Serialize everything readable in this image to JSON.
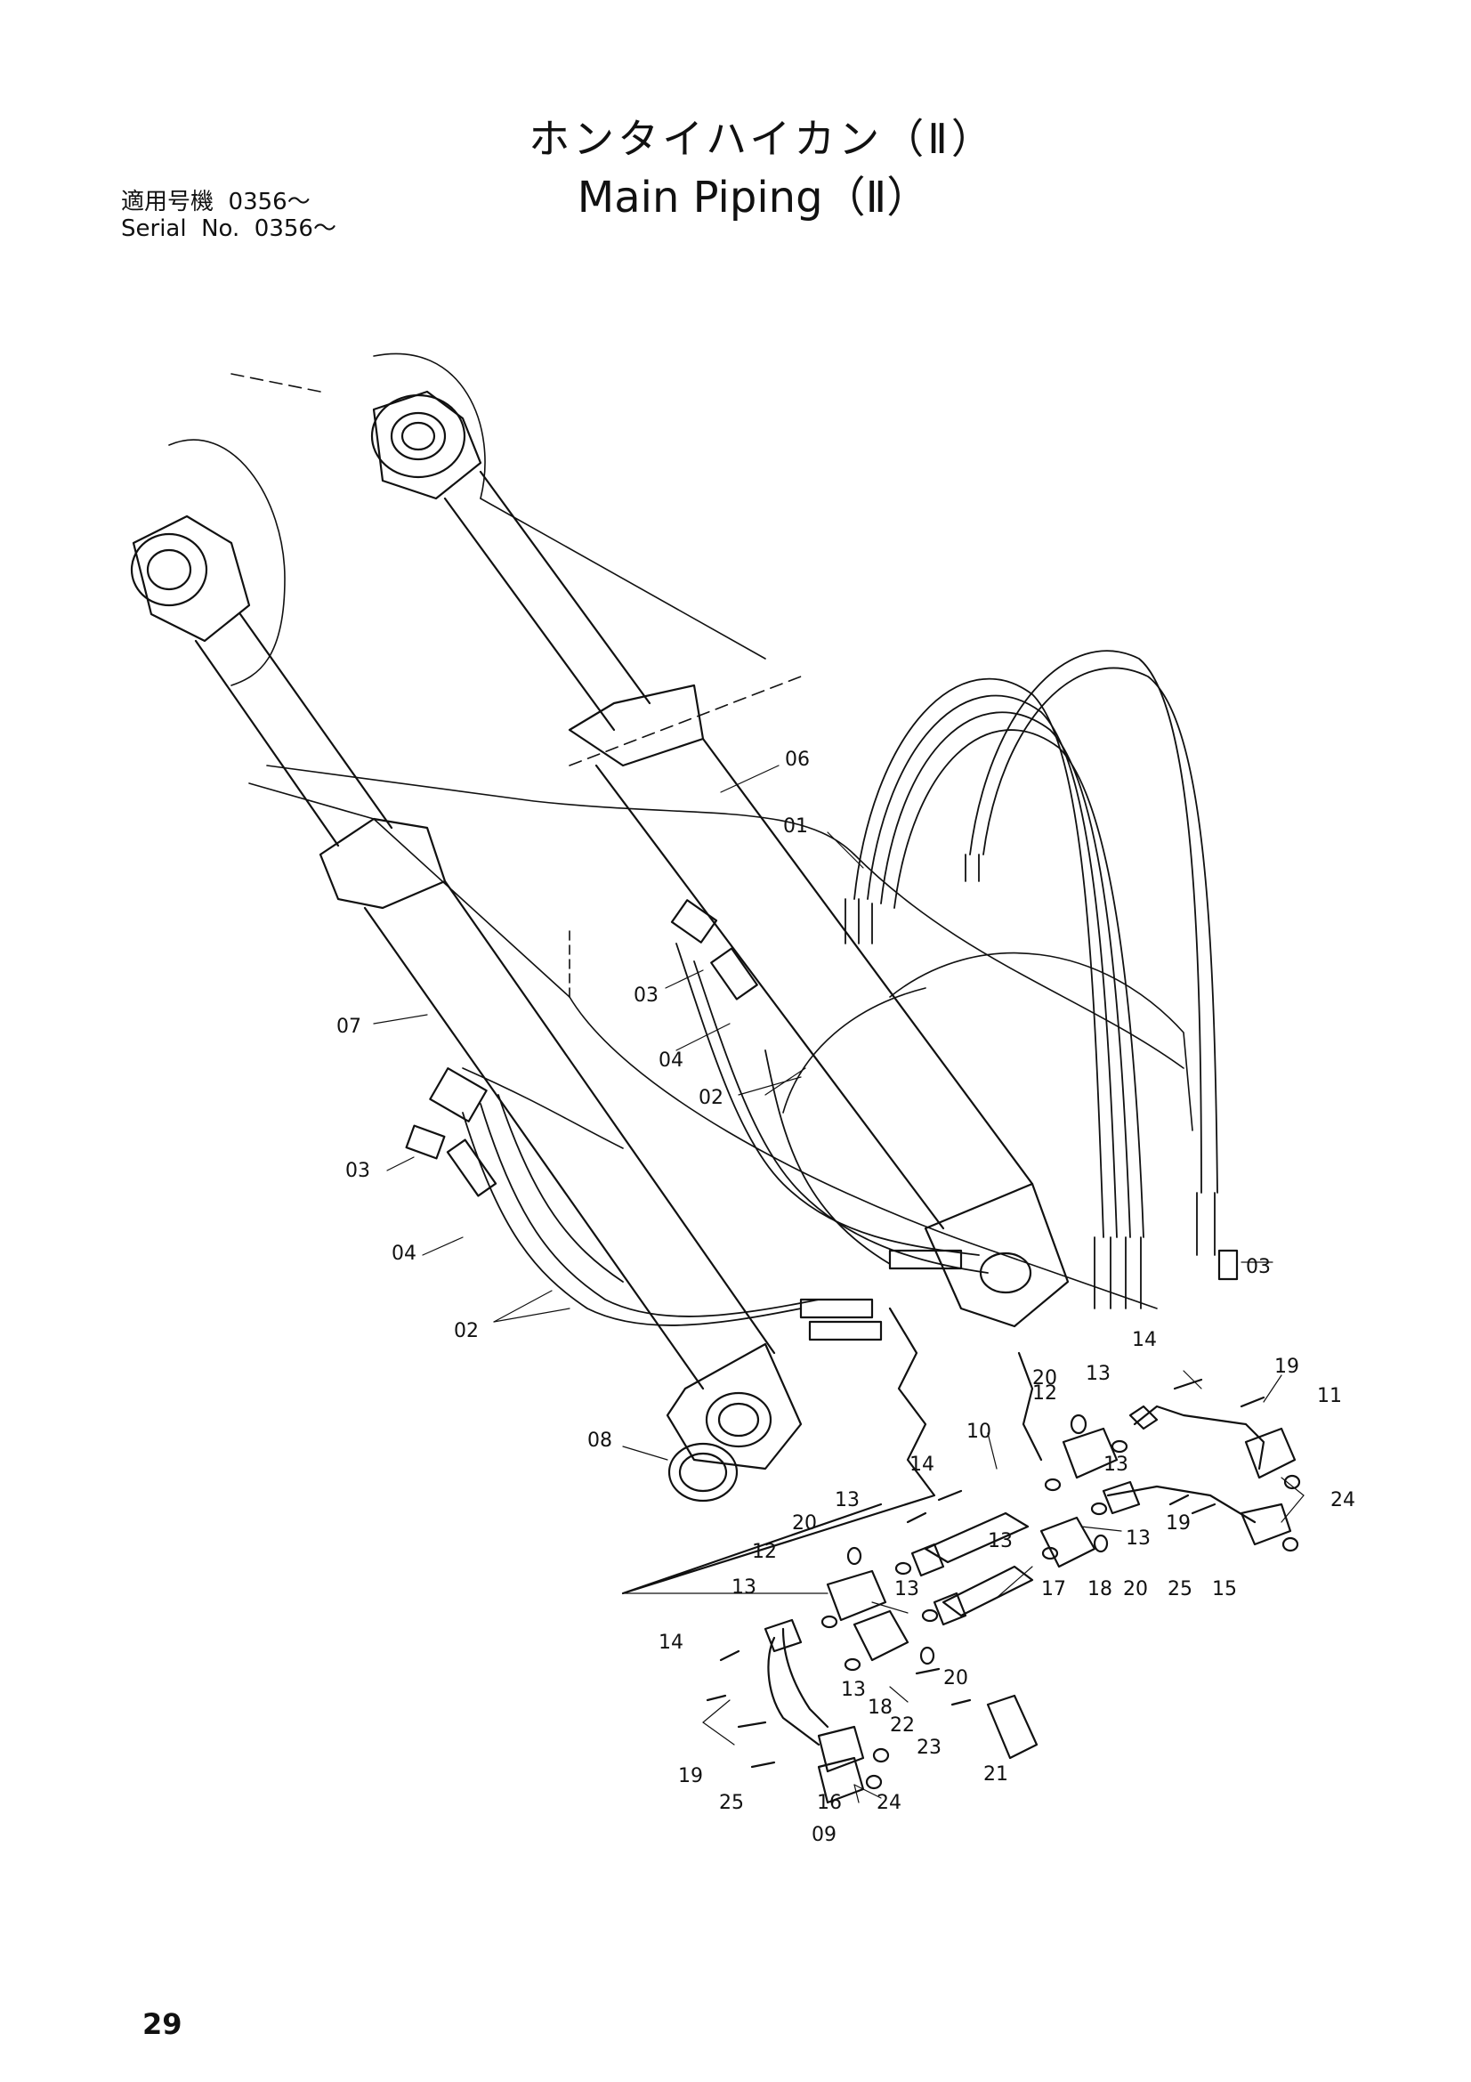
{
  "title": {
    "japanese": "ホンタイハイカン（Ⅱ）",
    "english": "Main Piping（Ⅱ）"
  },
  "serial": {
    "jp_label": "適用号機",
    "jp_value": "0356～",
    "en_label": "Serial  No.",
    "en_value": "0356～"
  },
  "page_number": "29",
  "callouts": [
    "01",
    "02",
    "02",
    "03",
    "03",
    "03",
    "04",
    "04",
    "06",
    "07",
    "08",
    "09",
    "10",
    "11",
    "12",
    "12",
    "13",
    "13",
    "13",
    "13",
    "13",
    "13",
    "13",
    "13",
    "14",
    "14",
    "14",
    "15",
    "16",
    "17",
    "18",
    "18",
    "19",
    "19",
    "20",
    "20",
    "20",
    "20",
    "21",
    "22",
    "23",
    "24",
    "24",
    "25",
    "25"
  ]
}
